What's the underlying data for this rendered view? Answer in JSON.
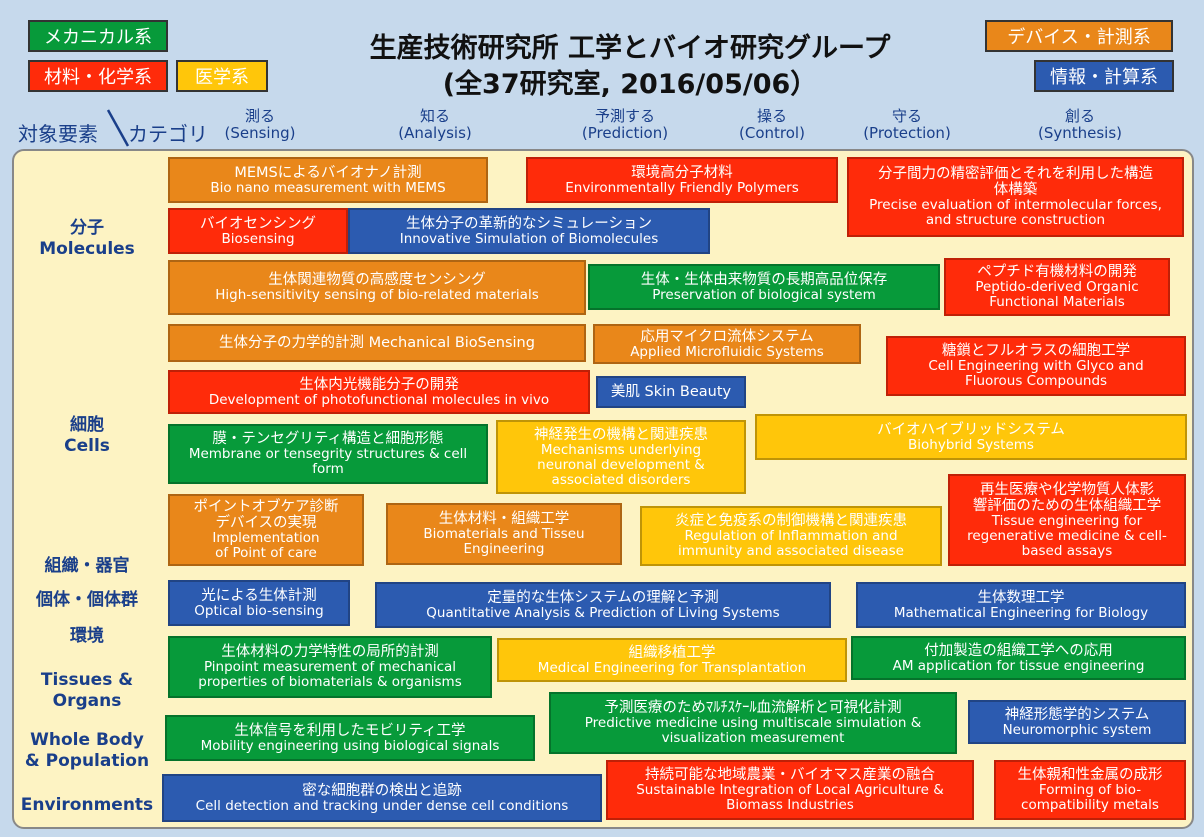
{
  "header": {
    "title_line1": "生産技術研究所 工学とバイオ研究グループ",
    "title_line2": "(全37研究室, 2016/05/06）"
  },
  "legend": [
    {
      "label": "メカニカル系",
      "bg": "#079a3a",
      "fg": "#ffffff"
    },
    {
      "label": "材料・化学系",
      "bg": "#ff2b0a",
      "fg": "#ffffff"
    },
    {
      "label": "医学系",
      "bg": "#ffc60a",
      "fg": "#ffffff"
    },
    {
      "label": "デバイス・計測系",
      "bg": "#e9871a",
      "fg": "#ffffff"
    },
    {
      "label": "情報・計算系",
      "bg": "#2c5bb0",
      "fg": "#ffffff"
    }
  ],
  "axis": {
    "left_label_1": "対象要素",
    "left_label_2": "カテゴリ",
    "categories": [
      {
        "jp": "測る",
        "en": "(Sensing)"
      },
      {
        "jp": "知る",
        "en": "(Analysis)"
      },
      {
        "jp": "予測する",
        "en": "(Prediction)"
      },
      {
        "jp": "操る",
        "en": "(Control)"
      },
      {
        "jp": "守る",
        "en": "(Protection)"
      },
      {
        "jp": "創る",
        "en": "(Synthesis)"
      }
    ]
  },
  "row_labels": {
    "molecules_jp": "分子",
    "molecules_en": "Molecules",
    "cells_jp": "細胞",
    "cells_en": "Cells",
    "tissue_jp": "組織・器官",
    "body_jp": "個体・個体群",
    "env_jp": "環境",
    "tissue_en_1": "Tissues &",
    "tissue_en_2": "Organs",
    "body_en_1": "Whole Body",
    "body_en_2": "& Population",
    "env_en": "Environments"
  },
  "colors": {
    "orange": "#e9871a",
    "red": "#ff2b0a",
    "blue": "#2c5bb0",
    "green": "#079a3a",
    "yellow": "#ffc60a"
  },
  "boxes": [
    {
      "c": "orange",
      "lines": [
        "MEMSによるバイオナノ計測",
        "Bio nano measurement with MEMS"
      ]
    },
    {
      "c": "red",
      "lines": [
        "環境高分子材料",
        "Environmentally Friendly Polymers"
      ]
    },
    {
      "c": "red",
      "lines": [
        "分子間力の精密評価とそれを利用した構造",
        "体構築",
        "Precise evaluation of intermolecular forces,",
        "and structure construction"
      ]
    },
    {
      "c": "red",
      "lines": [
        "バイオセンシング",
        "Biosensing"
      ]
    },
    {
      "c": "blue",
      "lines": [
        "生体分子の革新的なシミュレーション",
        "Innovative Simulation of Biomolecules"
      ]
    },
    {
      "c": "orange",
      "lines": [
        "生体関連物質の高感度センシング",
        "High-sensitivity sensing of bio-related materials"
      ]
    },
    {
      "c": "green",
      "lines": [
        "生体・生体由来物質の長期高品位保存",
        "Preservation of biological system"
      ]
    },
    {
      "c": "red",
      "lines": [
        "ペプチド有機材料の開発",
        "Peptido-derived Organic",
        "Functional Materials"
      ]
    },
    {
      "c": "orange",
      "lines": [
        "生体分子の力学的計測 Mechanical BioSensing"
      ]
    },
    {
      "c": "orange",
      "lines": [
        "応用マイクロ流体システム",
        "Applied Microfluidic Systems"
      ]
    },
    {
      "c": "red",
      "lines": [
        "糖鎖とフルオラスの細胞工学",
        "Cell Engineering with Glyco and",
        "Fluorous Compounds"
      ]
    },
    {
      "c": "red",
      "lines": [
        "生体内光機能分子の開発",
        "Development of photofunctional molecules in vivo"
      ]
    },
    {
      "c": "blue",
      "lines": [
        "美肌 Skin Beauty"
      ]
    },
    {
      "c": "green",
      "lines": [
        "膜・テンセグリティ構造と細胞形態",
        "Membrane or tensegrity structures & cell",
        "form"
      ]
    },
    {
      "c": "yellow",
      "lines": [
        "神経発生の機構と関連疾患",
        "Mechanisms underlying",
        "neuronal development &",
        "associated disorders"
      ]
    },
    {
      "c": "yellow",
      "lines": [
        "バイオハイブリッドシステム",
        "Biohybrid Systems"
      ]
    },
    {
      "c": "orange",
      "lines": [
        "ポイントオブケア診断",
        "デバイスの実現",
        "Implementation",
        "of Point of care"
      ]
    },
    {
      "c": "orange",
      "lines": [
        "生体材料・組織工学",
        "Biomaterials and Tisseu",
        "Engineering"
      ]
    },
    {
      "c": "yellow",
      "lines": [
        "炎症と免疫系の制御機構と関連疾患",
        "Regulation of Inflammation and",
        "immunity and associated disease"
      ]
    },
    {
      "c": "red",
      "lines": [
        "再生医療や化学物質人体影",
        "響評価のための生体組織工学",
        "Tissue engineering for",
        "regenerative medicine & cell-",
        "based assays"
      ]
    },
    {
      "c": "blue",
      "lines": [
        "光による生体計測",
        "Optical bio-sensing"
      ]
    },
    {
      "c": "blue",
      "lines": [
        "定量的な生体システムの理解と予測",
        "Quantitative Analysis & Prediction of Living Systems"
      ]
    },
    {
      "c": "blue",
      "lines": [
        "生体数理工学",
        "Mathematical Engineering for Biology"
      ]
    },
    {
      "c": "green",
      "lines": [
        "生体材料の力学特性の局所的計測",
        "Pinpoint measurement of mechanical",
        "properties of biomaterials & organisms"
      ]
    },
    {
      "c": "yellow",
      "lines": [
        "組織移植工学",
        "Medical Engineering for Transplantation"
      ]
    },
    {
      "c": "green",
      "lines": [
        "付加製造の組織工学への応用",
        "AM application for tissue engineering"
      ]
    },
    {
      "c": "green",
      "lines": [
        "予測医療のためﾏﾙﾁｽｹｰﾙ血流解析と可視化計測",
        "Predictive medicine using multiscale simulation &",
        "visualization measurement"
      ]
    },
    {
      "c": "blue",
      "lines": [
        "神経形態学的システム",
        "Neuromorphic system"
      ]
    },
    {
      "c": "green",
      "lines": [
        "生体信号を利用したモビリティ工学",
        "Mobility engineering using biological signals"
      ]
    },
    {
      "c": "blue",
      "lines": [
        "密な細胞群の検出と追跡",
        "Cell detection and tracking under dense cell conditions"
      ]
    },
    {
      "c": "red",
      "lines": [
        "持続可能な地域農業・バイオマス産業の融合",
        "Sustainable Integration of Local Agriculture &",
        "Biomass Industries"
      ]
    },
    {
      "c": "red",
      "lines": [
        "生体親和性金属の成形",
        "Forming of bio-",
        "compatibility metals"
      ]
    }
  ]
}
